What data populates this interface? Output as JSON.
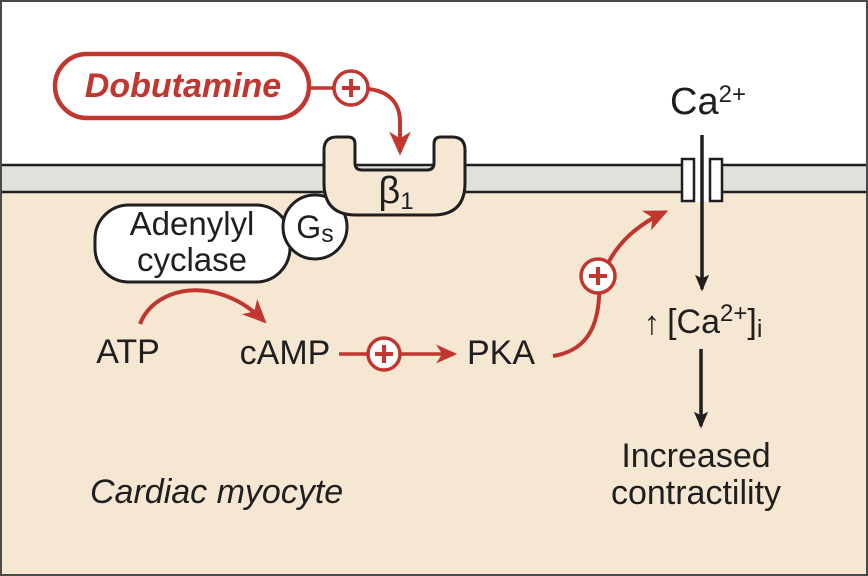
{
  "colors": {
    "red": "#c1362e",
    "ink": "#1f1f1f",
    "membrane": "#e0e1da",
    "cytosol": "#f6e7d3",
    "shape_fill": "#ffffff",
    "frame": "#4a4a4a"
  },
  "extracellular": {
    "drug_label": "Dobutamine",
    "ca_ion": {
      "base": "Ca",
      "sup": "2+"
    }
  },
  "membrane": {
    "receptor_label": {
      "base": "β",
      "sub": "1"
    }
  },
  "cell": {
    "name_label": "Cardiac myocyte",
    "g_protein": {
      "base": "G",
      "sub": "s"
    },
    "enzyme": {
      "line1": "Adenylyl",
      "line2": "cyclase"
    },
    "atp": "ATP",
    "camp": "cAMP",
    "pka": "PKA",
    "ca_increase": {
      "arrow": "↑",
      "open": "[",
      "ion": "Ca",
      "sup": "2+",
      "close": "]",
      "sub": "i"
    },
    "outcome": {
      "line1": "Increased",
      "line2": "contractility"
    }
  },
  "icons": {
    "stimulation_plus": "+"
  }
}
